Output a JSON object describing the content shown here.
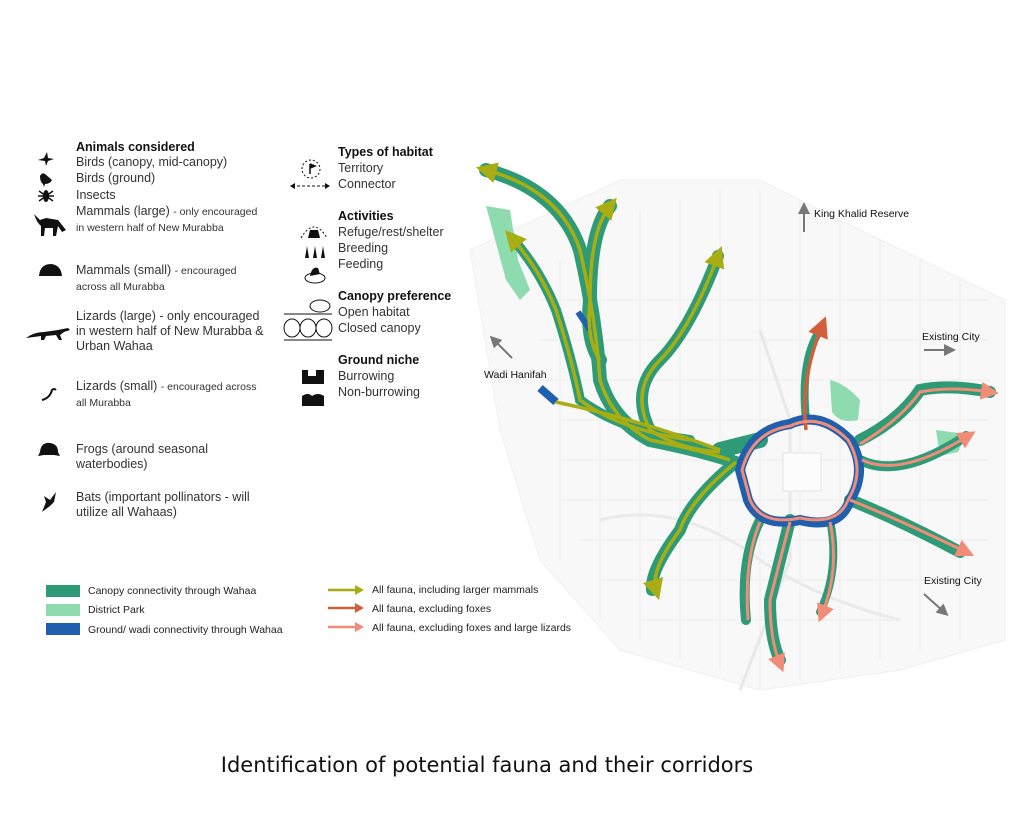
{
  "caption": "Identification of potential fauna and their corridors",
  "animals": {
    "heading": "Animals considered",
    "items": [
      {
        "icon": "bird-flying-icon",
        "label": "Birds (canopy, mid-canopy)"
      },
      {
        "icon": "bird-ground-icon",
        "label": "Birds (ground)"
      },
      {
        "icon": "insect-icon",
        "label": "Insects"
      },
      {
        "icon": "fox-icon",
        "label": "Mammals (large)",
        "note": "- only encouraged in western half of New Murabba"
      },
      {
        "icon": "hedgehog-icon",
        "label": "Mammals (small)",
        "note": "- encouraged across all Murabba"
      },
      {
        "icon": "large-lizard-icon",
        "label": "Lizards (large) - only encouraged in western half of New Murabba & Urban Wahaa"
      },
      {
        "icon": "small-lizard-icon",
        "label": "Lizards (small)",
        "note": "- encouraged across all Murabba"
      },
      {
        "icon": "frog-icon",
        "label": "Frogs (around seasonal waterbodies)"
      },
      {
        "icon": "bat-icon",
        "label": "Bats (important pollinators - will utilize all Wahaas)"
      }
    ]
  },
  "habitat": {
    "heading": "Types of habitat",
    "territory": "Territory",
    "connector": "Connector"
  },
  "activities": {
    "heading": "Activities",
    "items": [
      "Refuge/rest/shelter",
      "Breeding",
      "Feeding"
    ]
  },
  "canopy": {
    "heading": "Canopy preference",
    "items": [
      "Open habitat",
      "Closed canopy"
    ]
  },
  "ground": {
    "heading": "Ground niche",
    "items": [
      "Burrowing",
      "Non-burrowing"
    ]
  },
  "swatches": [
    {
      "label": "Canopy connectivity through Wahaa",
      "color": "#2e9b76"
    },
    {
      "label": "District Park",
      "color": "#8fdbb0"
    },
    {
      "label": "Ground/ wadi connectivity through Wahaa",
      "color": "#1f5fae"
    }
  ],
  "arrows": [
    {
      "label": "All fauna, including larger mammals",
      "color": "#a7ad12"
    },
    {
      "label": "All fauna, excluding foxes",
      "color": "#d0603c"
    },
    {
      "label": "All fauna, excluding foxes and large lizards",
      "color": "#f08c78"
    }
  ],
  "map_labels": {
    "king_khalid": "King Khalid Reserve",
    "wadi_hanifah": "Wadi Hanifah",
    "existing_city_1": "Existing City",
    "existing_city_2": "Existing City"
  },
  "colors": {
    "canopy": "#2e9b76",
    "park": "#8fdbb0",
    "ground": "#1f5fae",
    "olive": "#a7ad12",
    "red": "#d0603c",
    "salmon": "#f08c78"
  }
}
